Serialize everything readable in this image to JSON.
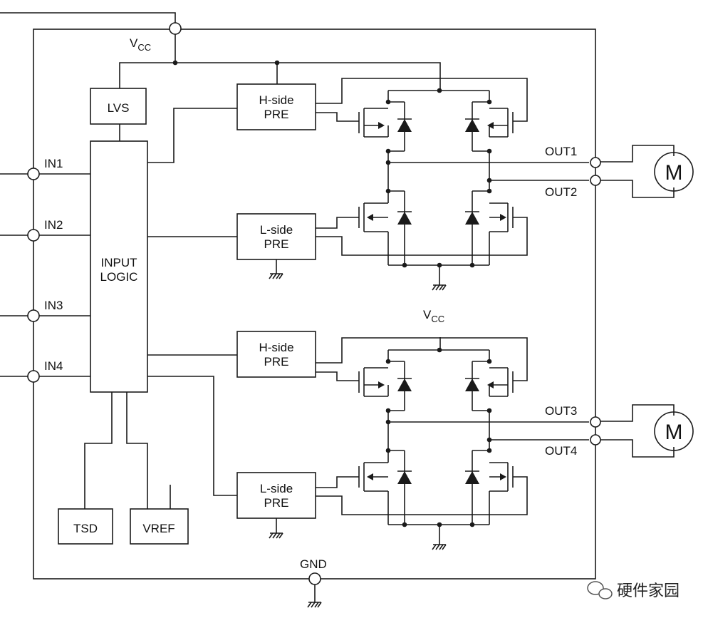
{
  "labels": {
    "vcc_top_main": "V",
    "vcc_top_sub": "CC",
    "vcc_mid_main": "V",
    "vcc_mid_sub": "CC",
    "gnd": "GND",
    "in1": "IN1",
    "in2": "IN2",
    "in3": "IN3",
    "in4": "IN4",
    "out1": "OUT1",
    "out2": "OUT2",
    "out3": "OUT3",
    "out4": "OUT4"
  },
  "blocks": {
    "lvs": "LVS",
    "input_logic_line1": "INPUT",
    "input_logic_line2": "LOGIC",
    "hside_line1": "H-side",
    "hside_line2": "PRE",
    "lside_line1": "L-side",
    "lside_line2": "PRE",
    "tsd": "TSD",
    "vref": "VREF"
  },
  "motor_label": "M",
  "watermark": "硬件家园",
  "icons": {
    "motor": "motor-icon",
    "ground": "ground-icon",
    "watermark": "wechat-icon"
  }
}
